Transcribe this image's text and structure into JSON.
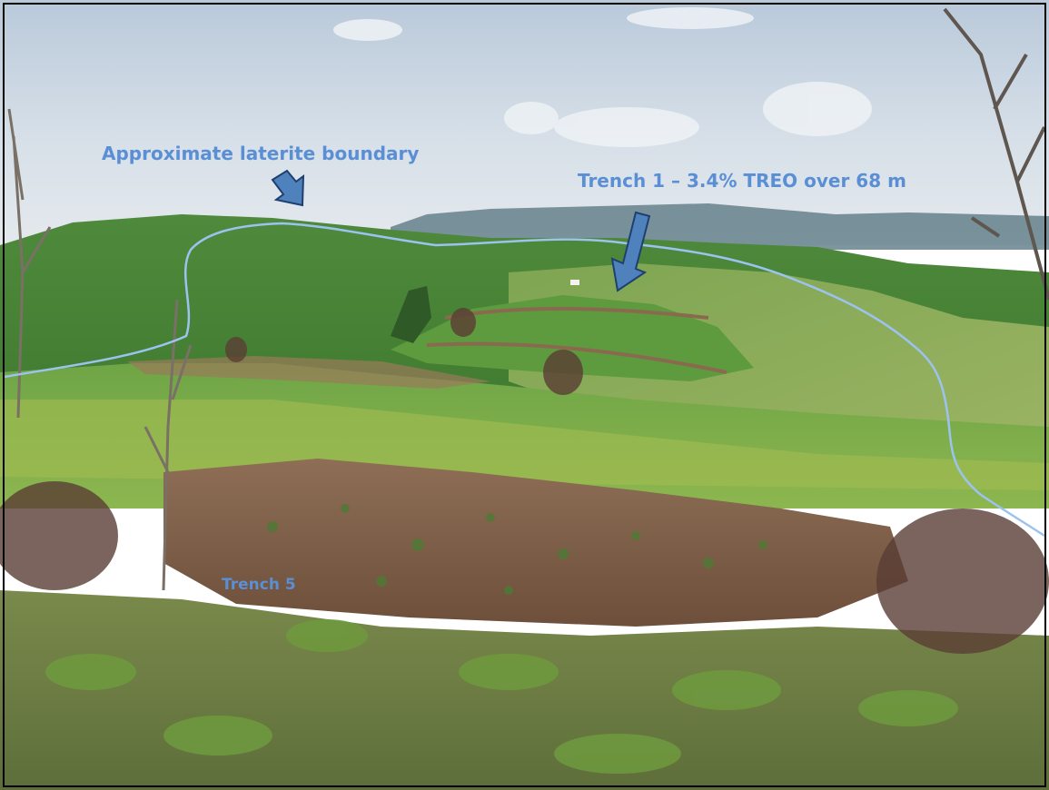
{
  "annotations": {
    "boundary_label": "Approximate laterite boundary",
    "trench1_label": "Trench 1 – 3.4% TREO over 68 m",
    "trench5_label": "Trench 5"
  },
  "colors": {
    "annotation_text": "#5a8fd6",
    "arrow_fill": "#4f81bd",
    "arrow_stroke": "#1f3f6f",
    "boundary_line": "#9cc3ef",
    "frame": "#000000"
  },
  "icons": [
    "arrow-down-right-icon",
    "arrow-down-icon"
  ]
}
